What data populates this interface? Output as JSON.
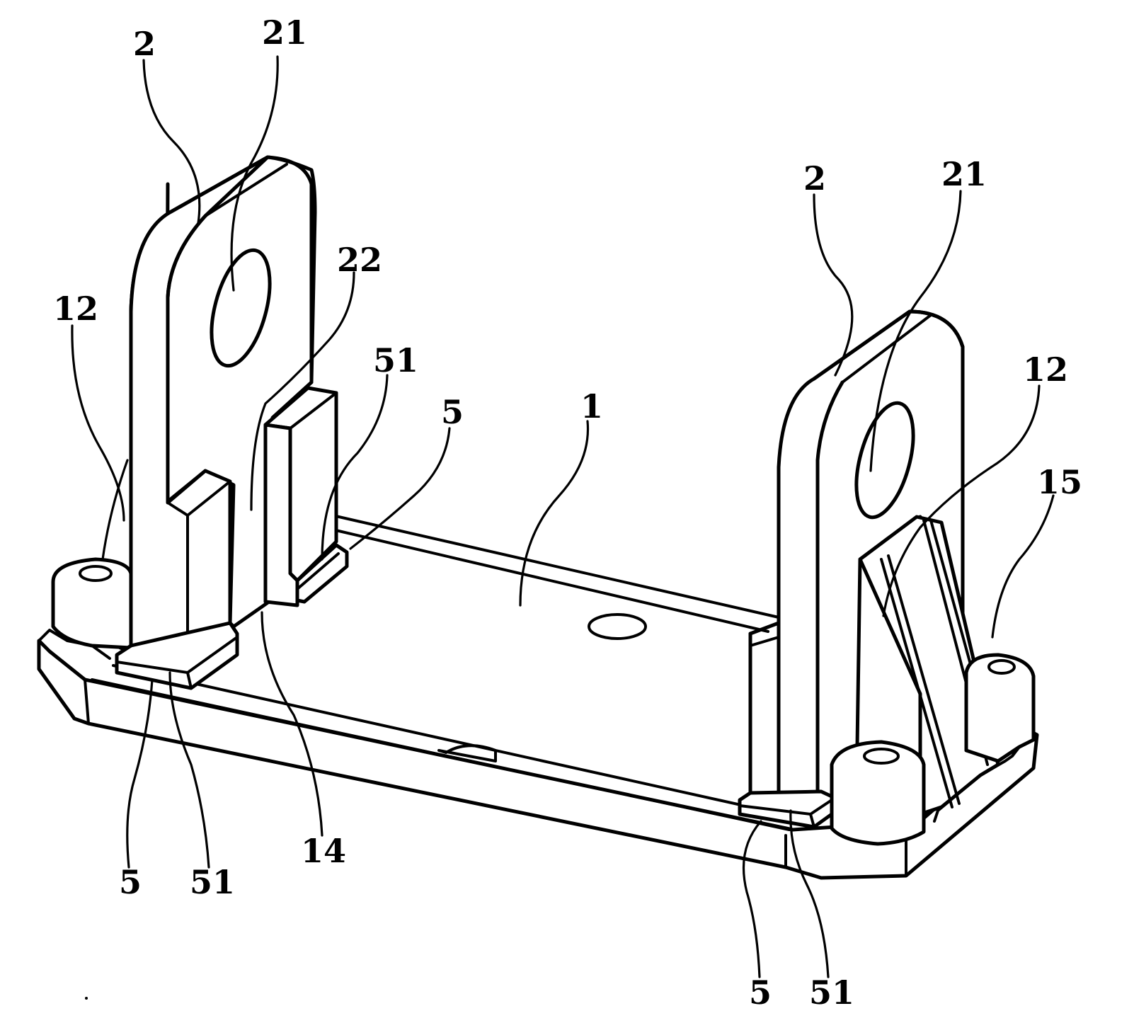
{
  "figure": {
    "labels": [
      {
        "id": "lbl-2-left",
        "text": "2"
      },
      {
        "id": "lbl-21-left",
        "text": "21"
      },
      {
        "id": "lbl-22",
        "text": "22"
      },
      {
        "id": "lbl-12-left",
        "text": "12"
      },
      {
        "id": "lbl-51-top",
        "text": "51"
      },
      {
        "id": "lbl-5-top",
        "text": "5"
      },
      {
        "id": "lbl-1",
        "text": "1"
      },
      {
        "id": "lbl-2-right",
        "text": "2"
      },
      {
        "id": "lbl-21-right",
        "text": "21"
      },
      {
        "id": "lbl-12-right",
        "text": "12"
      },
      {
        "id": "lbl-15",
        "text": "15"
      },
      {
        "id": "lbl-5-bl",
        "text": "5"
      },
      {
        "id": "lbl-51-bl",
        "text": "51"
      },
      {
        "id": "lbl-14",
        "text": "14"
      },
      {
        "id": "lbl-5-br",
        "text": "5"
      },
      {
        "id": "lbl-51-br",
        "text": "51"
      }
    ]
  },
  "parts": [
    {
      "ref": "1",
      "name": "base plate"
    },
    {
      "ref": "2",
      "name": "support lug"
    },
    {
      "ref": "5",
      "name": "foot block"
    },
    {
      "ref": "12",
      "name": "mounting boss"
    },
    {
      "ref": "14",
      "name": "plate edge"
    },
    {
      "ref": "15",
      "name": "corner boss"
    },
    {
      "ref": "21",
      "name": "lug hole"
    },
    {
      "ref": "22",
      "name": "lug rib"
    },
    {
      "ref": "51",
      "name": "foot step"
    }
  ]
}
